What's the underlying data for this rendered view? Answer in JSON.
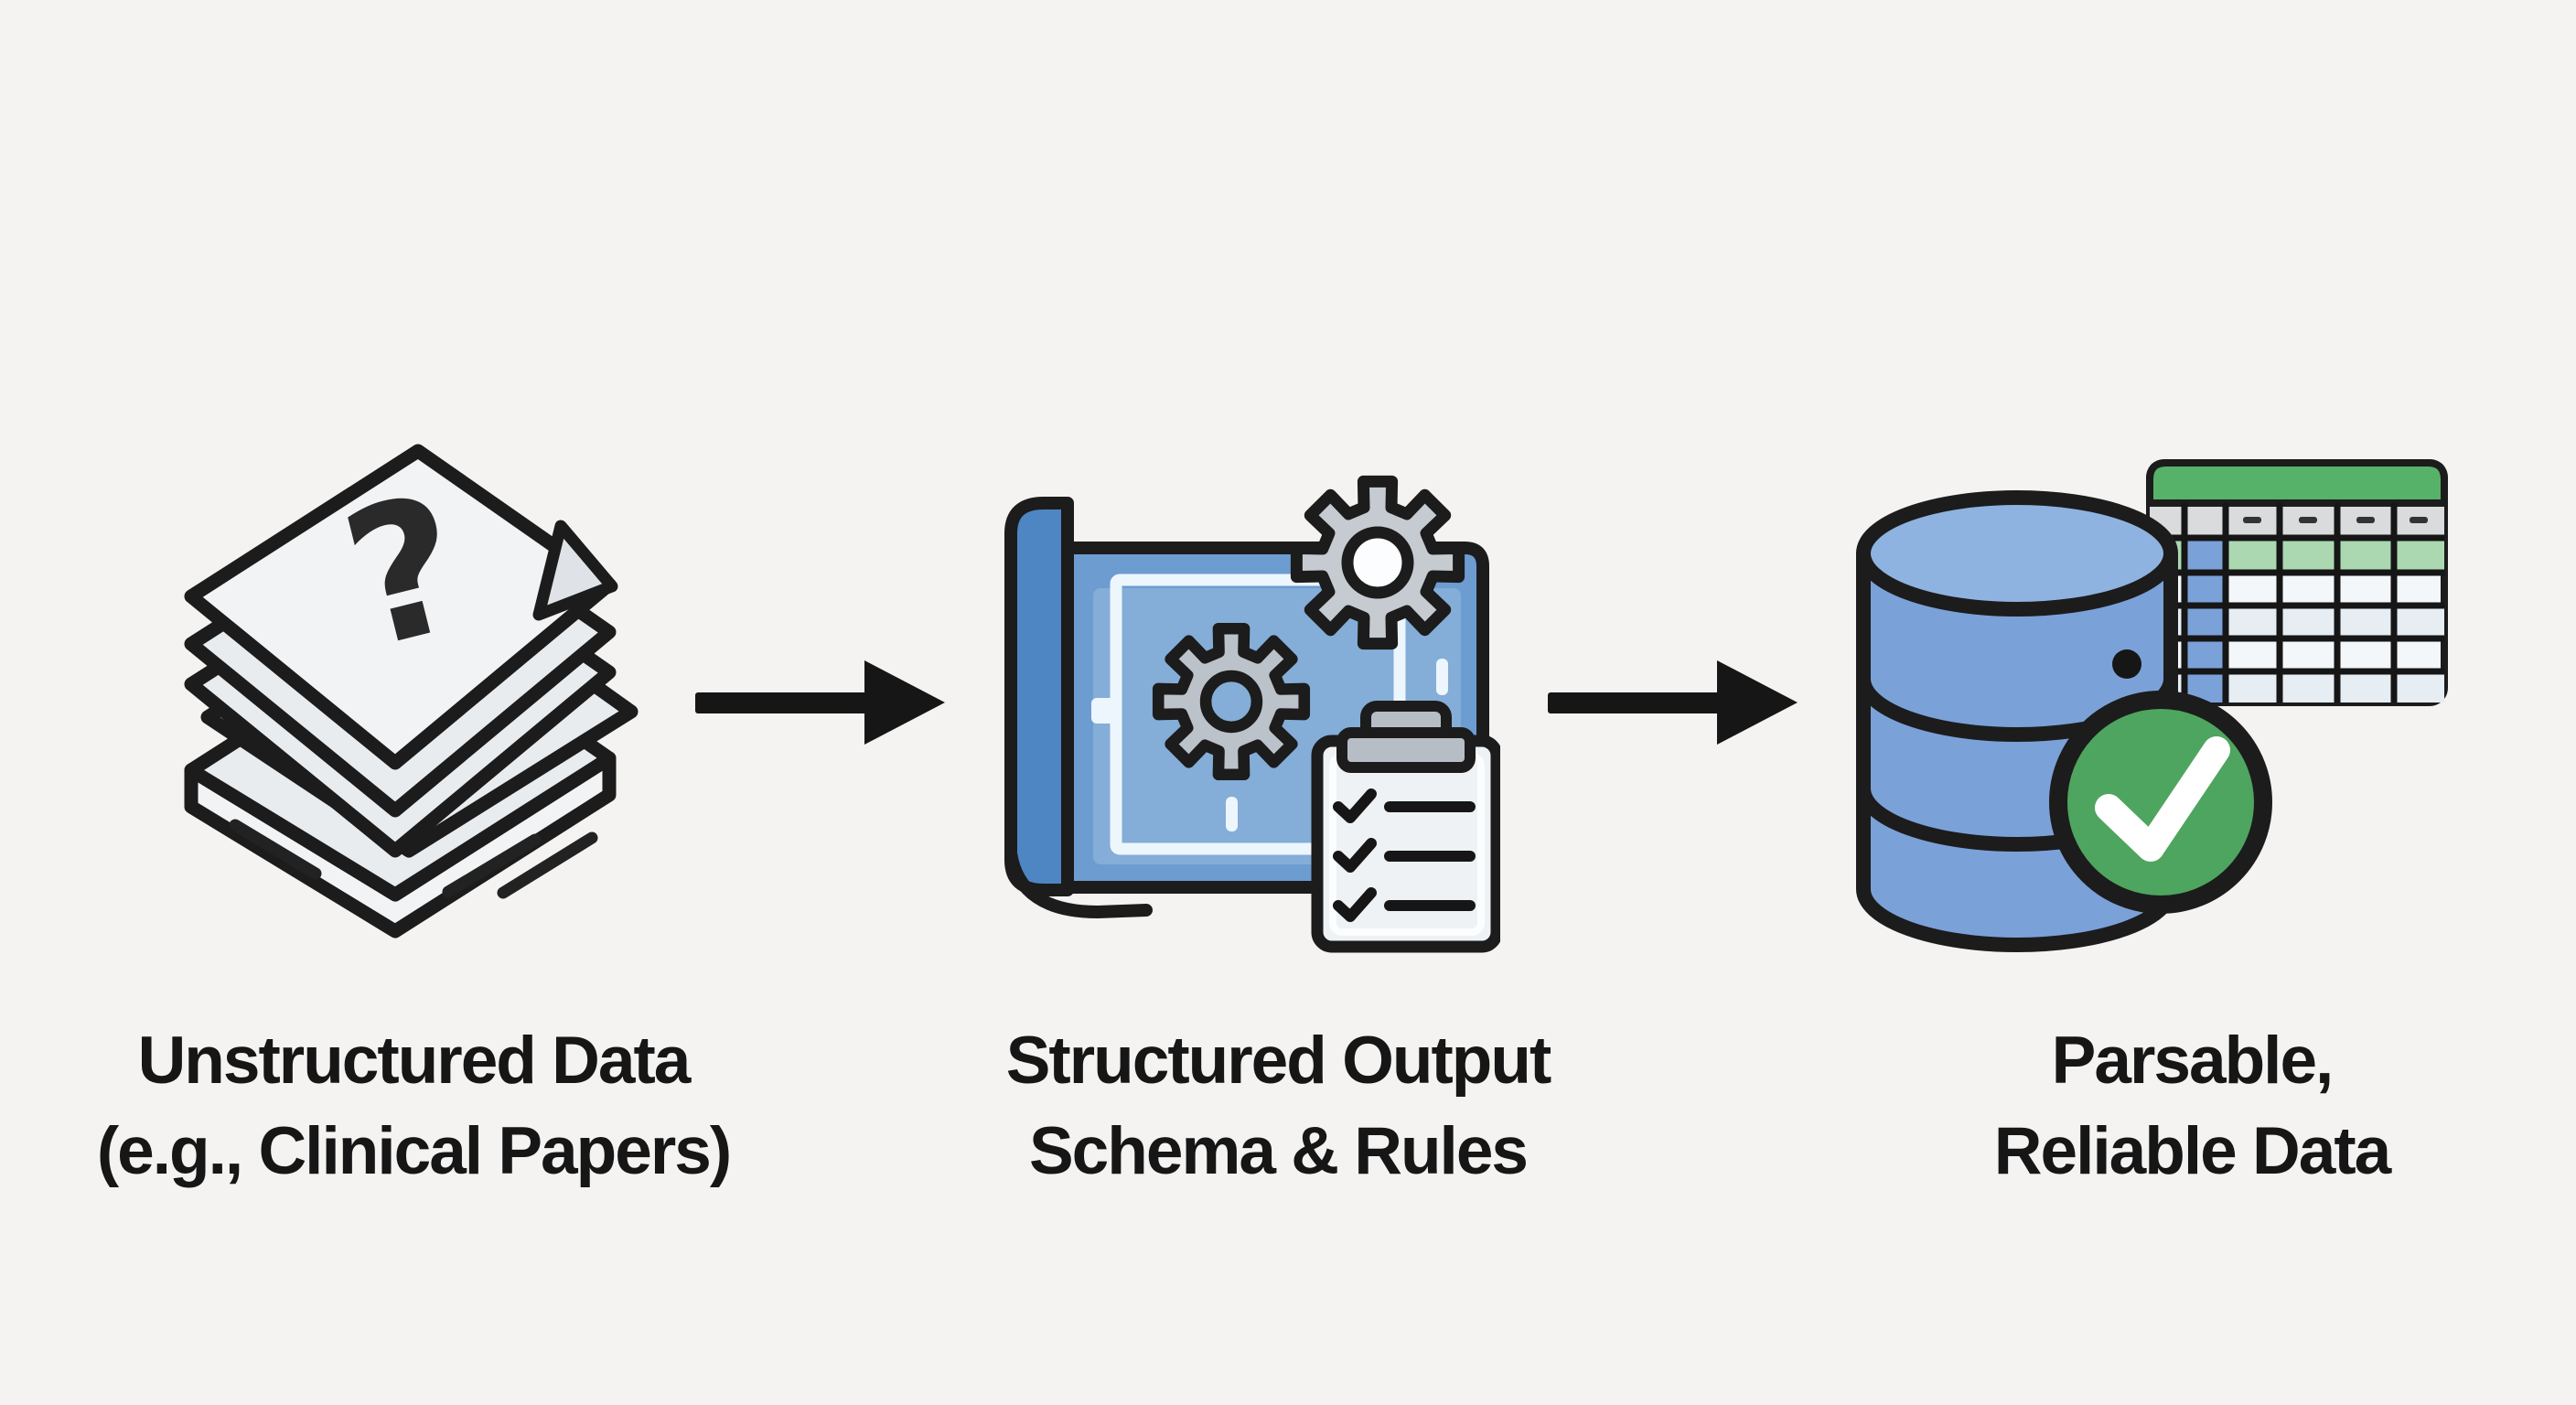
{
  "diagram": {
    "title": "unstructured-to-structured-data-pipeline",
    "background_color": "#f4f3f1",
    "steps": [
      {
        "id": "unstructured-data",
        "icon": "paper-stack-question-icon",
        "label_lines": [
          "Unstructured Data",
          "(e.g., Clinical Papers)"
        ]
      },
      {
        "id": "structured-output-schema",
        "icon": "blueprint-gears-checklist-icon",
        "label_lines": [
          "Structured Output",
          "Schema & Rules"
        ]
      },
      {
        "id": "parsable-reliable-data",
        "icon": "database-table-check-icon",
        "label_lines": [
          "Parsable,",
          "Reliable Data"
        ]
      }
    ],
    "connectors": [
      {
        "from": "unstructured-data",
        "to": "structured-output-schema",
        "type": "arrow-right"
      },
      {
        "from": "structured-output-schema",
        "to": "parsable-reliable-data",
        "type": "arrow-right"
      }
    ],
    "colors": {
      "outline": "#1c1c1c",
      "text": "#161616",
      "arrow": "#161616",
      "paper_fill": "#f1f3f5",
      "paper_under_fill": "#e9ecef",
      "question_mark": "#2a2a2a",
      "blueprint_roll": "#4e86c3",
      "blueprint_sheet": "#6d9cd1",
      "blueprint_inner": "#84add8",
      "plan_line_white": "#edf6fc",
      "gear_gray": "#c6cbd1",
      "gear_gray_dark": "#bcc2c9",
      "clipboard_fill": "#eef2f5",
      "clip_gray": "#b7bdc4",
      "database_blue": "#7ba1d9",
      "database_top_blue": "#8fb3e0",
      "table_fill": "#f3f7f9",
      "table_header_green": "#57b269",
      "table_row_green": "#abd8b1",
      "table_row_gray": "#d9dbdc",
      "check_green": "#4ea55f",
      "check_mark_white": "#ffffff"
    }
  }
}
